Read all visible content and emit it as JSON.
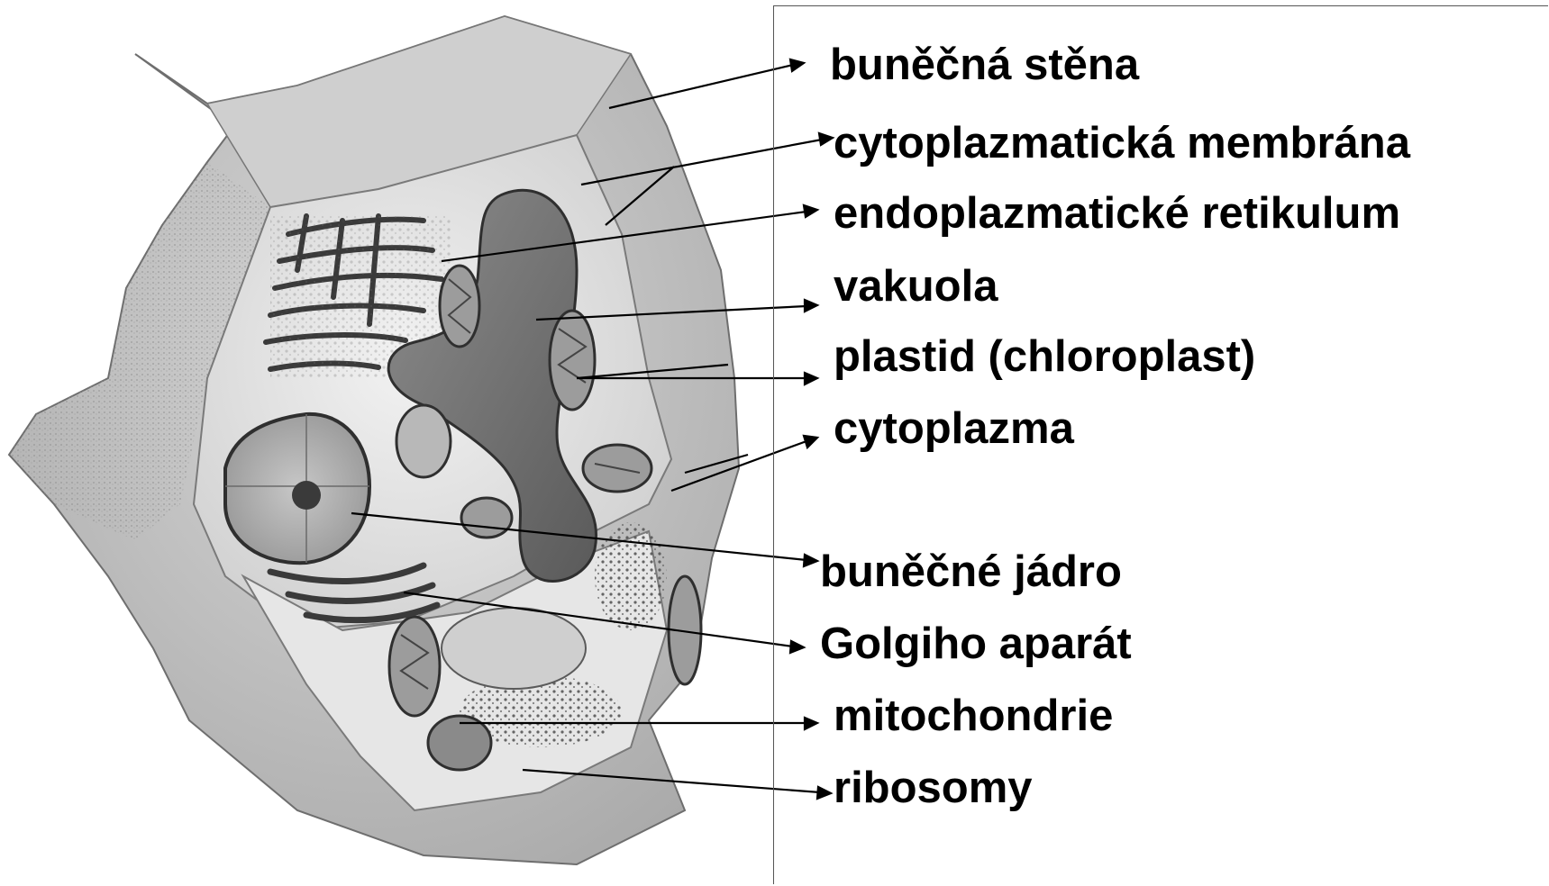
{
  "diagram": {
    "labels": [
      {
        "id": "bunecna-stena",
        "text": "buněčná stěna"
      },
      {
        "id": "cytoplazmaticka-membrana",
        "text": "cytoplazmatická membrána"
      },
      {
        "id": "endoplazmaticke-retikulum",
        "text": "endoplazmatické retikulum"
      },
      {
        "id": "vakuola",
        "text": "vakuola"
      },
      {
        "id": "plastid",
        "text": "plastid (chloroplast)"
      },
      {
        "id": "cytoplazma",
        "text": "cytoplazma"
      },
      {
        "id": "bunecne-jadro",
        "text": "buněčné jádro"
      },
      {
        "id": "golgiho-aparat",
        "text": "Golgiho aparát"
      },
      {
        "id": "mitochondrie",
        "text": "mitochondrie"
      },
      {
        "id": "ribosomy",
        "text": "ribosomy"
      }
    ]
  }
}
